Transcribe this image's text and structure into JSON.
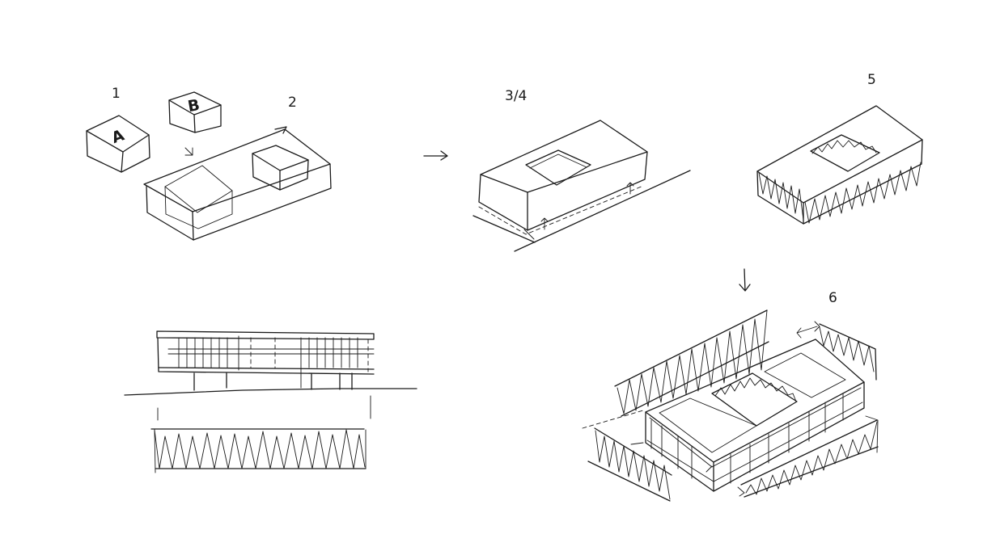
{
  "labels": {
    "step_1": "1",
    "step_2": "2",
    "step_3_4": "3/4",
    "step_5": "5",
    "step_6": "6",
    "volume_a": "A",
    "volume_b": "B"
  }
}
